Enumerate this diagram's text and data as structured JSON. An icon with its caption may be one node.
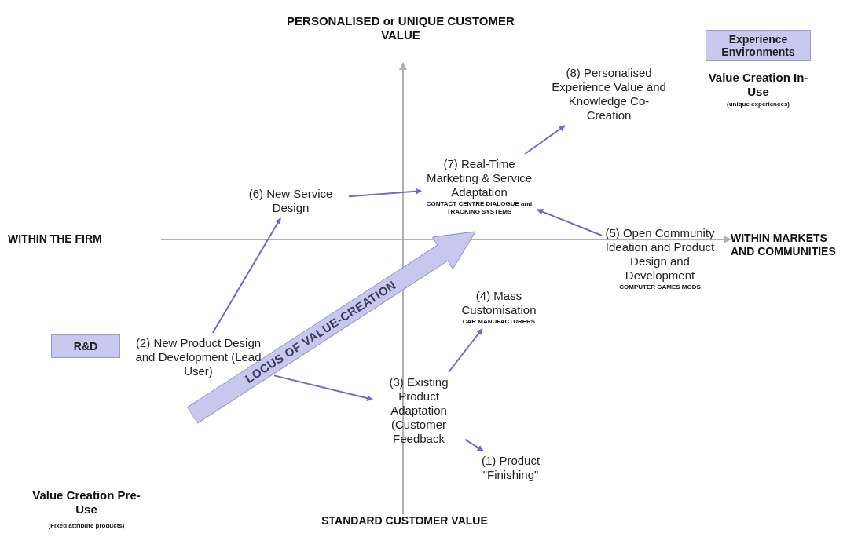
{
  "diagram": {
    "nodes": [
      {
        "text": [
          "(1) Product \"Finishing\""
        ]
      },
      {
        "text": [
          "(2) New Product Design and Development (Lead User)"
        ]
      },
      {
        "text": [
          "(3) Existing Product Adaptation (Customer Feedback"
        ]
      },
      {
        "text": [
          "(4) Mass Customisation",
          "CAR MANUFACTURERS"
        ]
      },
      {
        "text": [
          "(5) Open Community Ideation and Product Design and Development",
          "COMPUTER GAMES MODS"
        ]
      },
      {
        "text": [
          "(6) New Service Design"
        ]
      },
      {
        "text": [
          "(7) Real-Time Marketing & Service Adaptation",
          "CONTACT CENTRE DIALOGUE and TRACKING SYSTEMS"
        ]
      },
      {
        "text": [
          "(8) Personalised Experience Value and Knowledge Co-Creation"
        ]
      },
      {
        "text": [
          "R&D"
        ]
      },
      {
        "text": [
          "Experience Environments"
        ]
      },
      {
        "text": [
          "LOCUS OF VALUE-CREATION"
        ]
      }
    ],
    "edges": [
      {
        "from": 1,
        "to": 5,
        "arrow": "to"
      },
      {
        "from": 5,
        "to": 6,
        "arrow": "to"
      },
      {
        "from": 1,
        "to": 2,
        "arrow": "to"
      },
      {
        "from": 2,
        "to": 3,
        "arrow": "to"
      },
      {
        "from": 2,
        "to": 0,
        "arrow": "to"
      },
      {
        "from": 4,
        "to": 6,
        "arrow": "to"
      },
      {
        "from": 6,
        "to": 7,
        "arrow": "to"
      }
    ],
    "labels": [
      "PERSONALISED or UNIQUE CUSTOMER VALUE",
      "Value Creation In-Use",
      "(unique experiences)",
      "WITHIN THE FIRM",
      "WITHIN MARKETS AND COMMUNITIES",
      "Value Creation Pre-Use",
      "(Fixed attribute products)",
      "STANDARD CUSTOMER VALUE"
    ]
  }
}
